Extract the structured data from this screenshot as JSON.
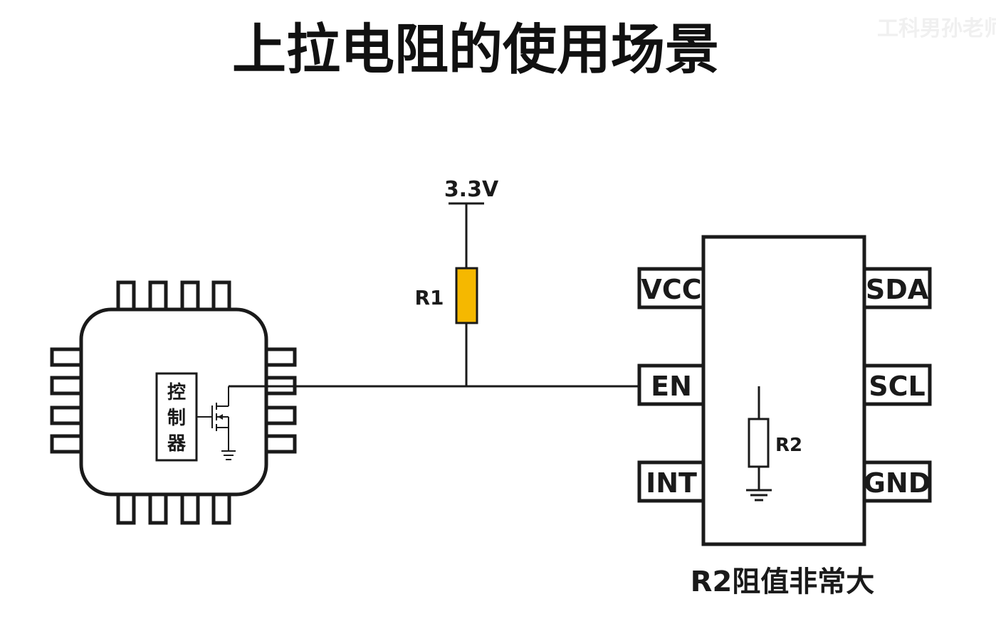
{
  "title": "上拉电阻的使用场景",
  "watermark": "工科男孙老师",
  "supply": {
    "label": "3.3V"
  },
  "resistor_r1": {
    "label": "R1",
    "color": "#F5B800"
  },
  "resistor_r2": {
    "label": "R2"
  },
  "controller": {
    "chars": [
      "控",
      "制",
      "器"
    ]
  },
  "chip": {
    "left_pins": [
      "VCC",
      "EN",
      "INT"
    ],
    "right_pins": [
      "SDA",
      "SCL",
      "GND"
    ]
  },
  "caption": "R2阻值非常大"
}
